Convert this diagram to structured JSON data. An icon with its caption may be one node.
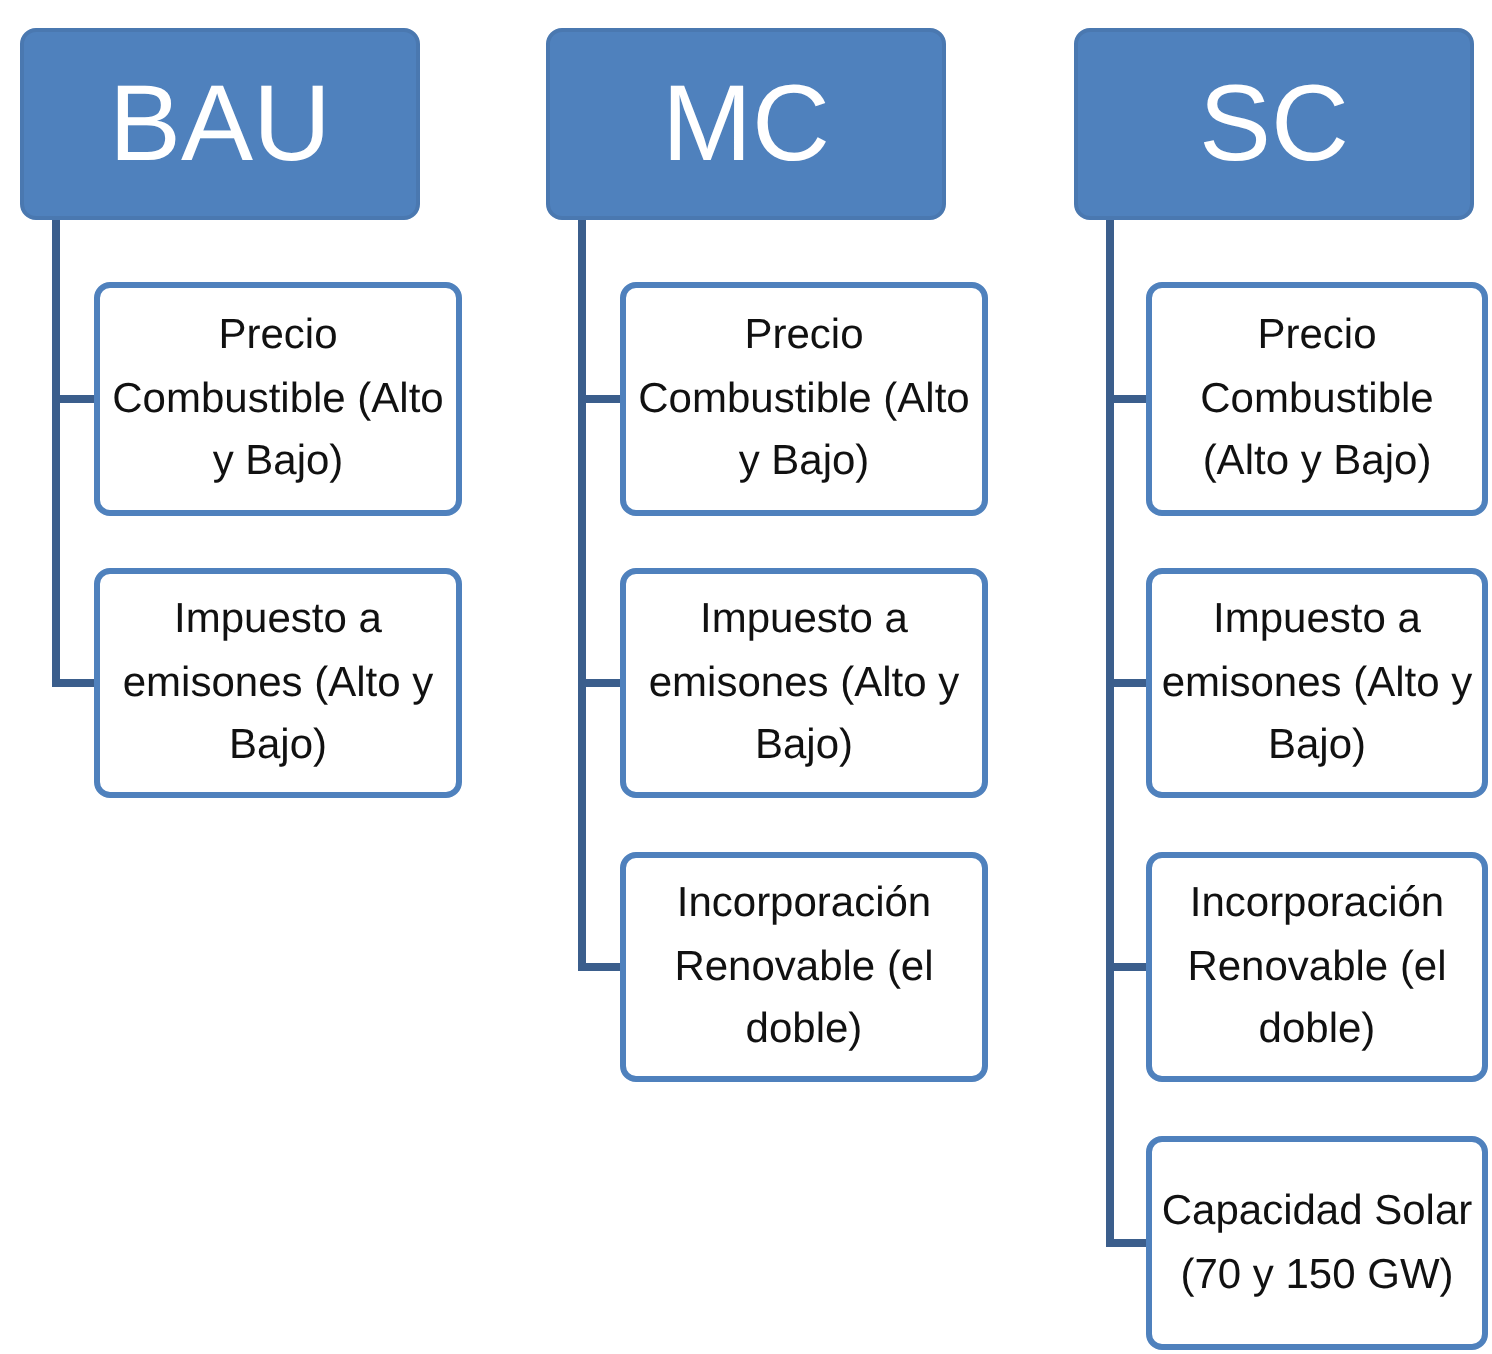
{
  "diagram": {
    "nodes": [
      {
        "text": [
          "BAU"
        ]
      },
      {
        "text": [
          "Precio Combustible (Alto y Bajo)"
        ]
      },
      {
        "text": [
          "Impuesto a emisones (Alto y Bajo)"
        ]
      },
      {
        "text": [
          "MC"
        ]
      },
      {
        "text": [
          "Precio Combustible (Alto y Bajo)"
        ]
      },
      {
        "text": [
          "Impuesto a emisones (Alto y Bajo)"
        ]
      },
      {
        "text": [
          "Incorporación Renovable (el doble)"
        ]
      },
      {
        "text": [
          "SC"
        ]
      },
      {
        "text": [
          "Precio Combustible (Alto y Bajo)"
        ]
      },
      {
        "text": [
          "Impuesto a emisones (Alto y Bajo)"
        ]
      },
      {
        "text": [
          "Incorporación Renovable (el doble)"
        ]
      },
      {
        "text": [
          "Capacidad Solar (70 y 150 GW)"
        ]
      }
    ],
    "edges": [
      {
        "from": 0,
        "to": 1,
        "arrow": "none"
      },
      {
        "from": 0,
        "to": 2,
        "arrow": "none"
      },
      {
        "from": 3,
        "to": 4,
        "arrow": "none"
      },
      {
        "from": 3,
        "to": 5,
        "arrow": "none"
      },
      {
        "from": 3,
        "to": 6,
        "arrow": "none"
      },
      {
        "from": 7,
        "to": 8,
        "arrow": "none"
      },
      {
        "from": 7,
        "to": 9,
        "arrow": "none"
      },
      {
        "from": 7,
        "to": 10,
        "arrow": "none"
      },
      {
        "from": 7,
        "to": 11,
        "arrow": "none"
      }
    ]
  }
}
